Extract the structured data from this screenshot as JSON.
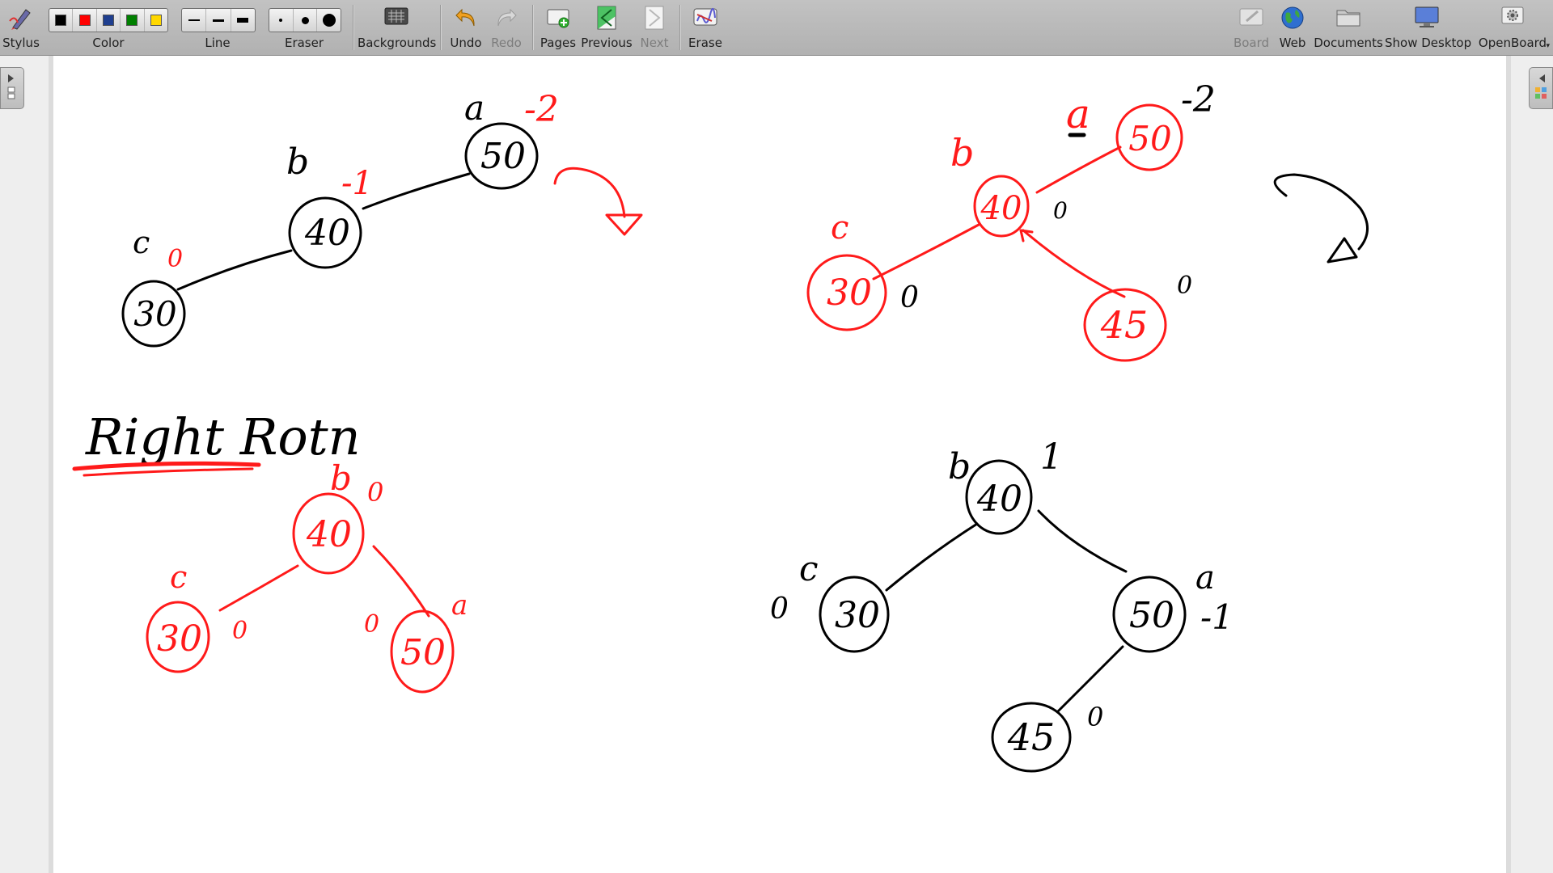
{
  "toolbar": {
    "stylus": "Stylus",
    "color": "Color",
    "line": "Line",
    "eraser": "Eraser",
    "backgrounds": "Backgrounds",
    "undo": "Undo",
    "redo": "Redo",
    "pages": "Pages",
    "previous": "Previous",
    "next": "Next",
    "erase": "Erase",
    "board": "Board",
    "web": "Web",
    "documents": "Documents",
    "show_desktop": "Show Desktop",
    "openboard": "OpenBoard",
    "colors": [
      "#000000",
      "#ff0000",
      "#1f3f8f",
      "#008000",
      "#ffd800"
    ]
  },
  "board": {
    "tree1": {
      "a": "a",
      "a_bf": "-2",
      "a_val": "50",
      "b": "b",
      "b_bf": "-1",
      "b_val": "40",
      "c": "c",
      "c_bf": "0",
      "c_val": "30"
    },
    "tree2": {
      "a": "a",
      "a_bf": "-2",
      "a_val": "50",
      "b": "b",
      "b_bf": "0",
      "b_val": "40",
      "c": "c",
      "c_bf": "0",
      "c_val": "30",
      "d_bf": "0",
      "d_val": "45"
    },
    "heading": "Right Rotn",
    "tree3": {
      "b": "b",
      "b_bf": "0",
      "b_val": "40",
      "c": "c",
      "c_bf": "0",
      "c_val": "30",
      "a": "a",
      "a_bf": "0",
      "a_val": "50"
    },
    "tree4": {
      "b": "b",
      "b_bf": "1",
      "b_val": "40",
      "c": "c",
      "c_bf": "0",
      "c_val": "30",
      "a": "a",
      "a_bf": "-1",
      "a_val": "50",
      "d_bf": "0",
      "d_val": "45"
    }
  }
}
